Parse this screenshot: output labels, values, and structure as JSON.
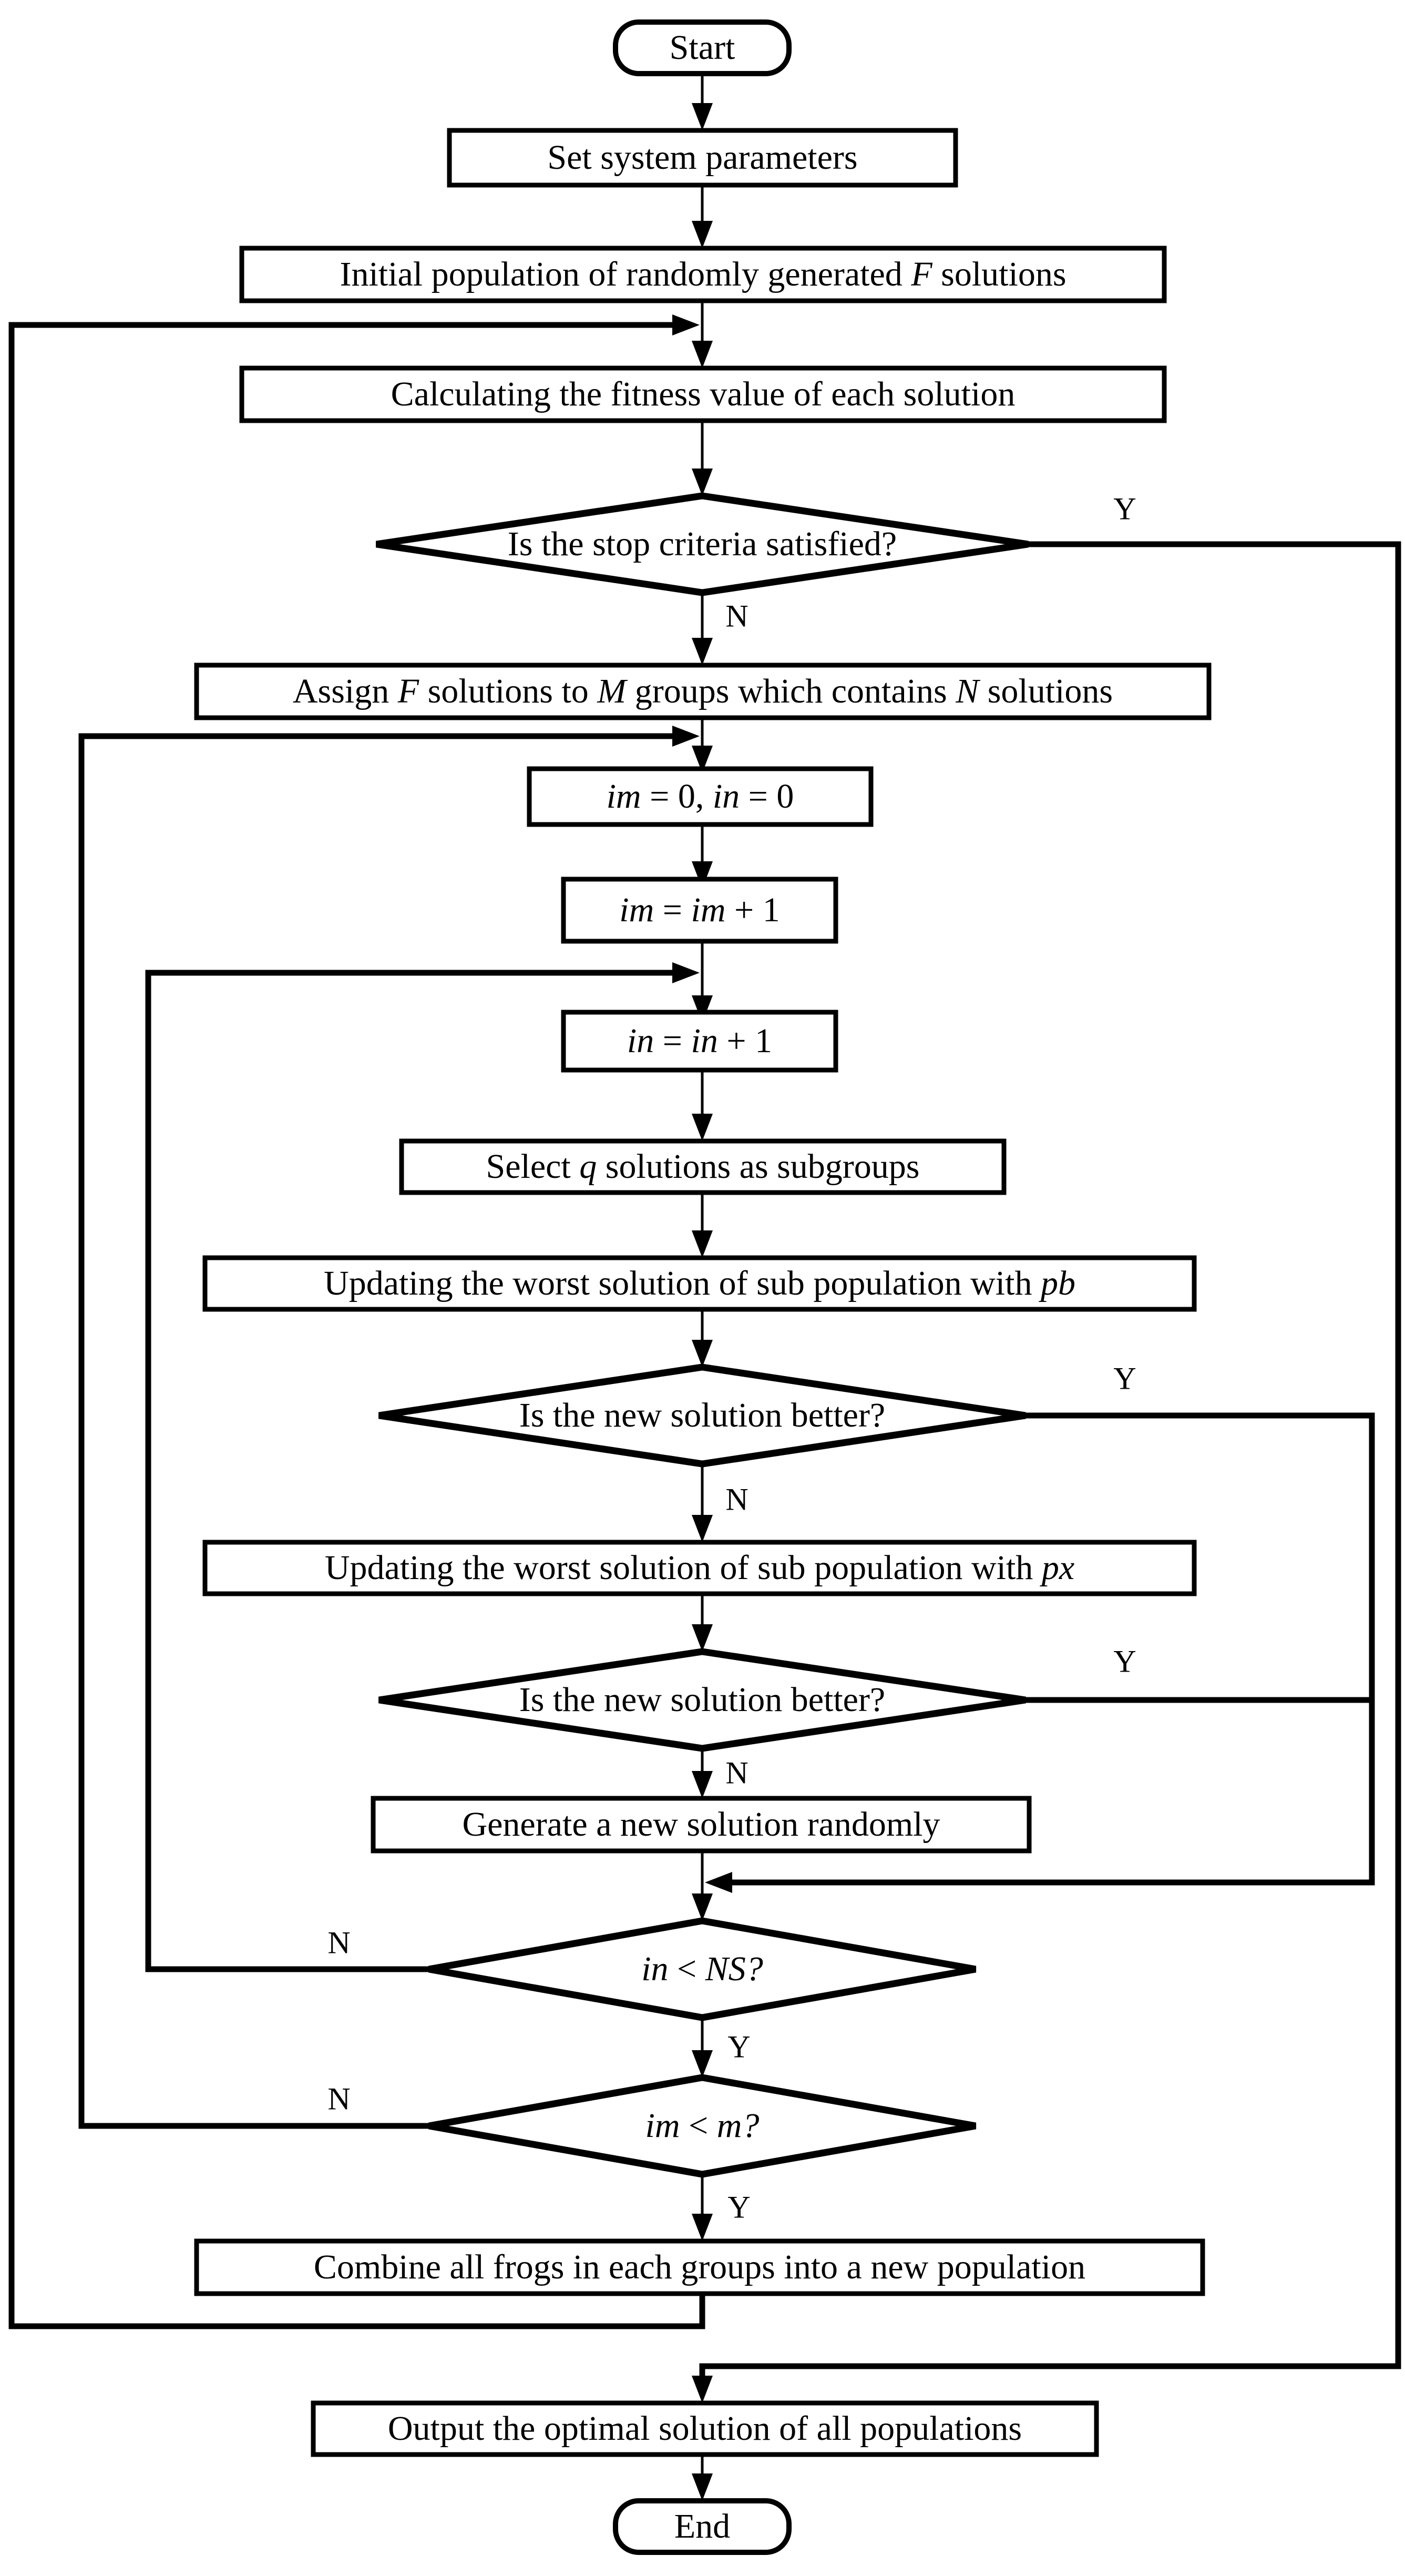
{
  "colors": {
    "line": "#000000",
    "shape_fill": "#ffffff",
    "page_background": "#ffffff"
  },
  "flowchart": {
    "nodes": [
      {
        "id": "start",
        "shape": "terminator",
        "segments": [
          {
            "t": "Start"
          }
        ]
      },
      {
        "id": "set_params",
        "shape": "process",
        "segments": [
          {
            "t": "Set system parameters"
          }
        ]
      },
      {
        "id": "init_population",
        "shape": "process",
        "segments": [
          {
            "t": "Initial population of randomly generated "
          },
          {
            "t": "F",
            "i": true
          },
          {
            "t": " solutions"
          }
        ]
      },
      {
        "id": "calc_fitness",
        "shape": "process",
        "segments": [
          {
            "t": "Calculating the fitness value of each solution"
          }
        ]
      },
      {
        "id": "stop_criteria",
        "shape": "decision",
        "segments": [
          {
            "t": "Is the stop criteria satisfied?"
          }
        ]
      },
      {
        "id": "assign_groups",
        "shape": "process",
        "segments": [
          {
            "t": "Assign "
          },
          {
            "t": "F",
            "i": true
          },
          {
            "t": " solutions to "
          },
          {
            "t": "M",
            "i": true
          },
          {
            "t": " groups which contains "
          },
          {
            "t": "N",
            "i": true
          },
          {
            "t": " solutions"
          }
        ]
      },
      {
        "id": "init_counters",
        "shape": "process",
        "segments": [
          {
            "t": "im",
            "i": true
          },
          {
            "t": " = 0, "
          },
          {
            "t": "in",
            "i": true
          },
          {
            "t": " = 0"
          }
        ]
      },
      {
        "id": "increment_im",
        "shape": "process",
        "segments": [
          {
            "t": "im",
            "i": true
          },
          {
            "t": " = "
          },
          {
            "t": "im",
            "i": true
          },
          {
            "t": " + 1"
          }
        ]
      },
      {
        "id": "increment_in",
        "shape": "process",
        "segments": [
          {
            "t": "in",
            "i": true
          },
          {
            "t": " = "
          },
          {
            "t": "in",
            "i": true
          },
          {
            "t": " + 1"
          }
        ]
      },
      {
        "id": "select_subgroups",
        "shape": "process",
        "segments": [
          {
            "t": "Select "
          },
          {
            "t": "q",
            "i": true
          },
          {
            "t": " solutions as subgroups"
          }
        ]
      },
      {
        "id": "update_pb",
        "shape": "process",
        "segments": [
          {
            "t": "Updating the worst solution of sub population with "
          },
          {
            "t": "pb",
            "i": true
          }
        ]
      },
      {
        "id": "better1",
        "shape": "decision",
        "segments": [
          {
            "t": "Is the new solution better?"
          }
        ]
      },
      {
        "id": "update_px",
        "shape": "process",
        "segments": [
          {
            "t": "Updating the worst solution of sub population with "
          },
          {
            "t": "px",
            "i": true
          }
        ]
      },
      {
        "id": "better2",
        "shape": "decision",
        "segments": [
          {
            "t": "Is the new solution better?"
          }
        ]
      },
      {
        "id": "generate_random",
        "shape": "process",
        "segments": [
          {
            "t": "Generate a new solution randomly"
          }
        ]
      },
      {
        "id": "in_lt_ns",
        "shape": "decision",
        "segments": [
          {
            "t": "in",
            "i": true
          },
          {
            "t": " < "
          },
          {
            "t": "NS?",
            "i": true
          }
        ]
      },
      {
        "id": "im_lt_m",
        "shape": "decision",
        "segments": [
          {
            "t": "im",
            "i": true
          },
          {
            "t": " < "
          },
          {
            "t": "m?",
            "i": true
          }
        ]
      },
      {
        "id": "combine_frogs",
        "shape": "process",
        "segments": [
          {
            "t": "Combine all frogs in each groups into a new population"
          }
        ]
      },
      {
        "id": "output_optimal",
        "shape": "process",
        "segments": [
          {
            "t": "Output the optimal solution of all populations"
          }
        ]
      },
      {
        "id": "end",
        "shape": "terminator",
        "segments": [
          {
            "t": "End"
          }
        ]
      }
    ],
    "branch_labels": {
      "stop_yes": "Y",
      "stop_no": "N",
      "better1_yes": "Y",
      "better1_no": "N",
      "better2_yes": "Y",
      "better2_no": "N",
      "in_ns_no": "N",
      "in_ns_yes": "Y",
      "im_m_no": "N",
      "im_m_yes": "Y"
    }
  }
}
